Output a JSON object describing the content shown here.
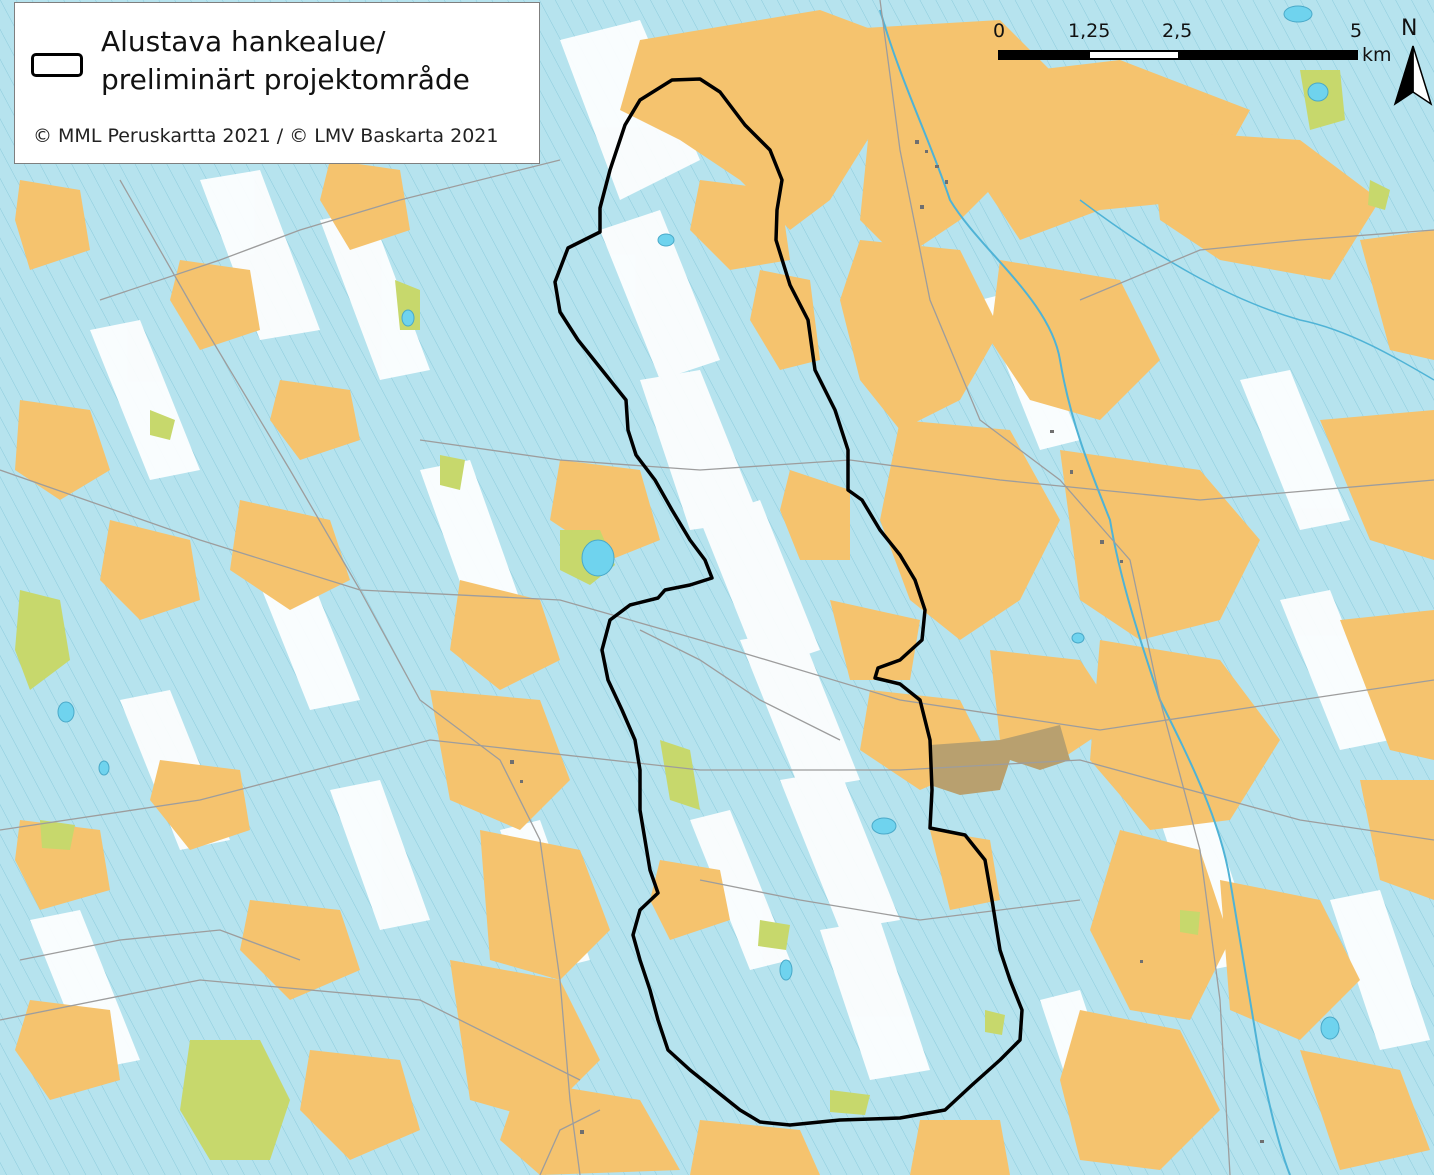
{
  "legend": {
    "label_line1": "Alustava hankealue/",
    "label_line2": "preliminärt projektområde",
    "credit": "© MML Peruskartta 2021 / © LMV Baskarta 2021"
  },
  "scalebar": {
    "ticks": [
      "0",
      "1,25",
      "2,5",
      "5"
    ],
    "unit": "km"
  },
  "north_arrow": {
    "letter": "N",
    "icon": "north-arrow-icon"
  },
  "colors": {
    "wetland": "#b6e3ee",
    "field": "#f5c36e",
    "open_land": "#ffffff",
    "water": "#6fd3ee",
    "meadow": "#c7d86c",
    "peat": "#b8a06f",
    "boundary": "#000000",
    "road": "#b0b0b0"
  }
}
